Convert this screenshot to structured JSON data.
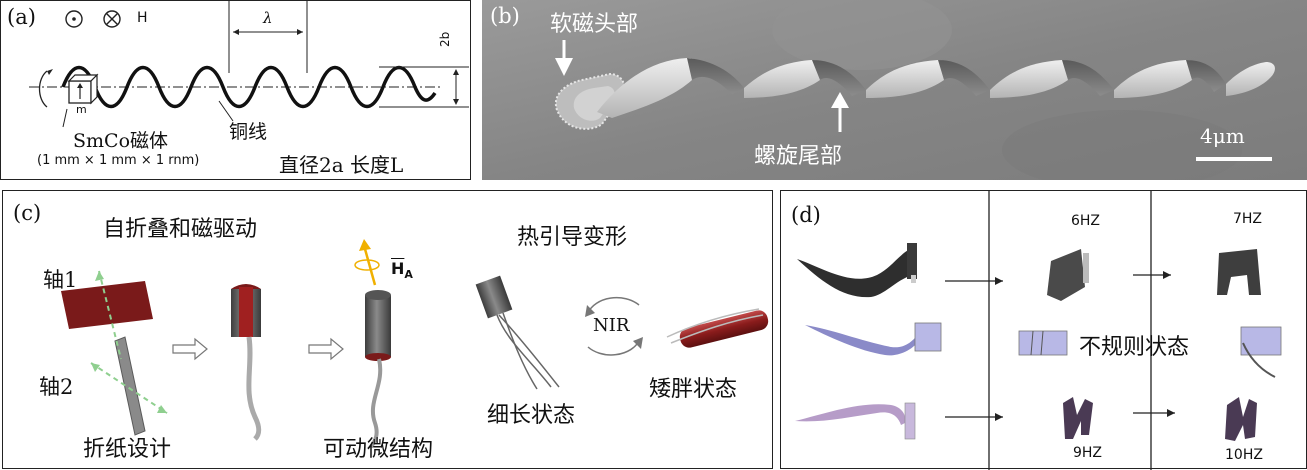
{
  "panel_a": {
    "label": "(a)",
    "field_symbol": "H",
    "lambda": "λ",
    "amplitude": "2b",
    "moment": "m",
    "magnet_label": "SmCo磁体",
    "magnet_size": "(1 mm × 1 mm × 1 rnm)",
    "copper_wire": "铜线",
    "dimensions": "直径2a 长度L"
  },
  "panel_b": {
    "label": "(b)",
    "soft_head": "软磁头部",
    "helical_tail": "螺旋尾部",
    "scale_bar": "4μm"
  },
  "panel_c": {
    "label": "(c)",
    "title_left": "自折叠和磁驱动",
    "title_right": "热引导变形",
    "axis1": "轴1",
    "axis2": "轴2",
    "field_label": "H",
    "field_subscript": "A",
    "origami_design": "折纸设计",
    "movable_structure": "可动微结构",
    "nir": "NIR",
    "slender_state": "细长状态",
    "stubby_state": "矮胖状态"
  },
  "panel_d": {
    "label": "(d)",
    "freq_6": "6HZ",
    "freq_7": "7HZ",
    "freq_9": "9HZ",
    "freq_10": "10HZ",
    "irregular_state": "不规则状态"
  },
  "colors": {
    "sheet_red": "#7a1a1a",
    "axis_green": "#8fcf8f",
    "sem_gray": "#8b8b8b",
    "lavender": "#b8b8e6"
  }
}
